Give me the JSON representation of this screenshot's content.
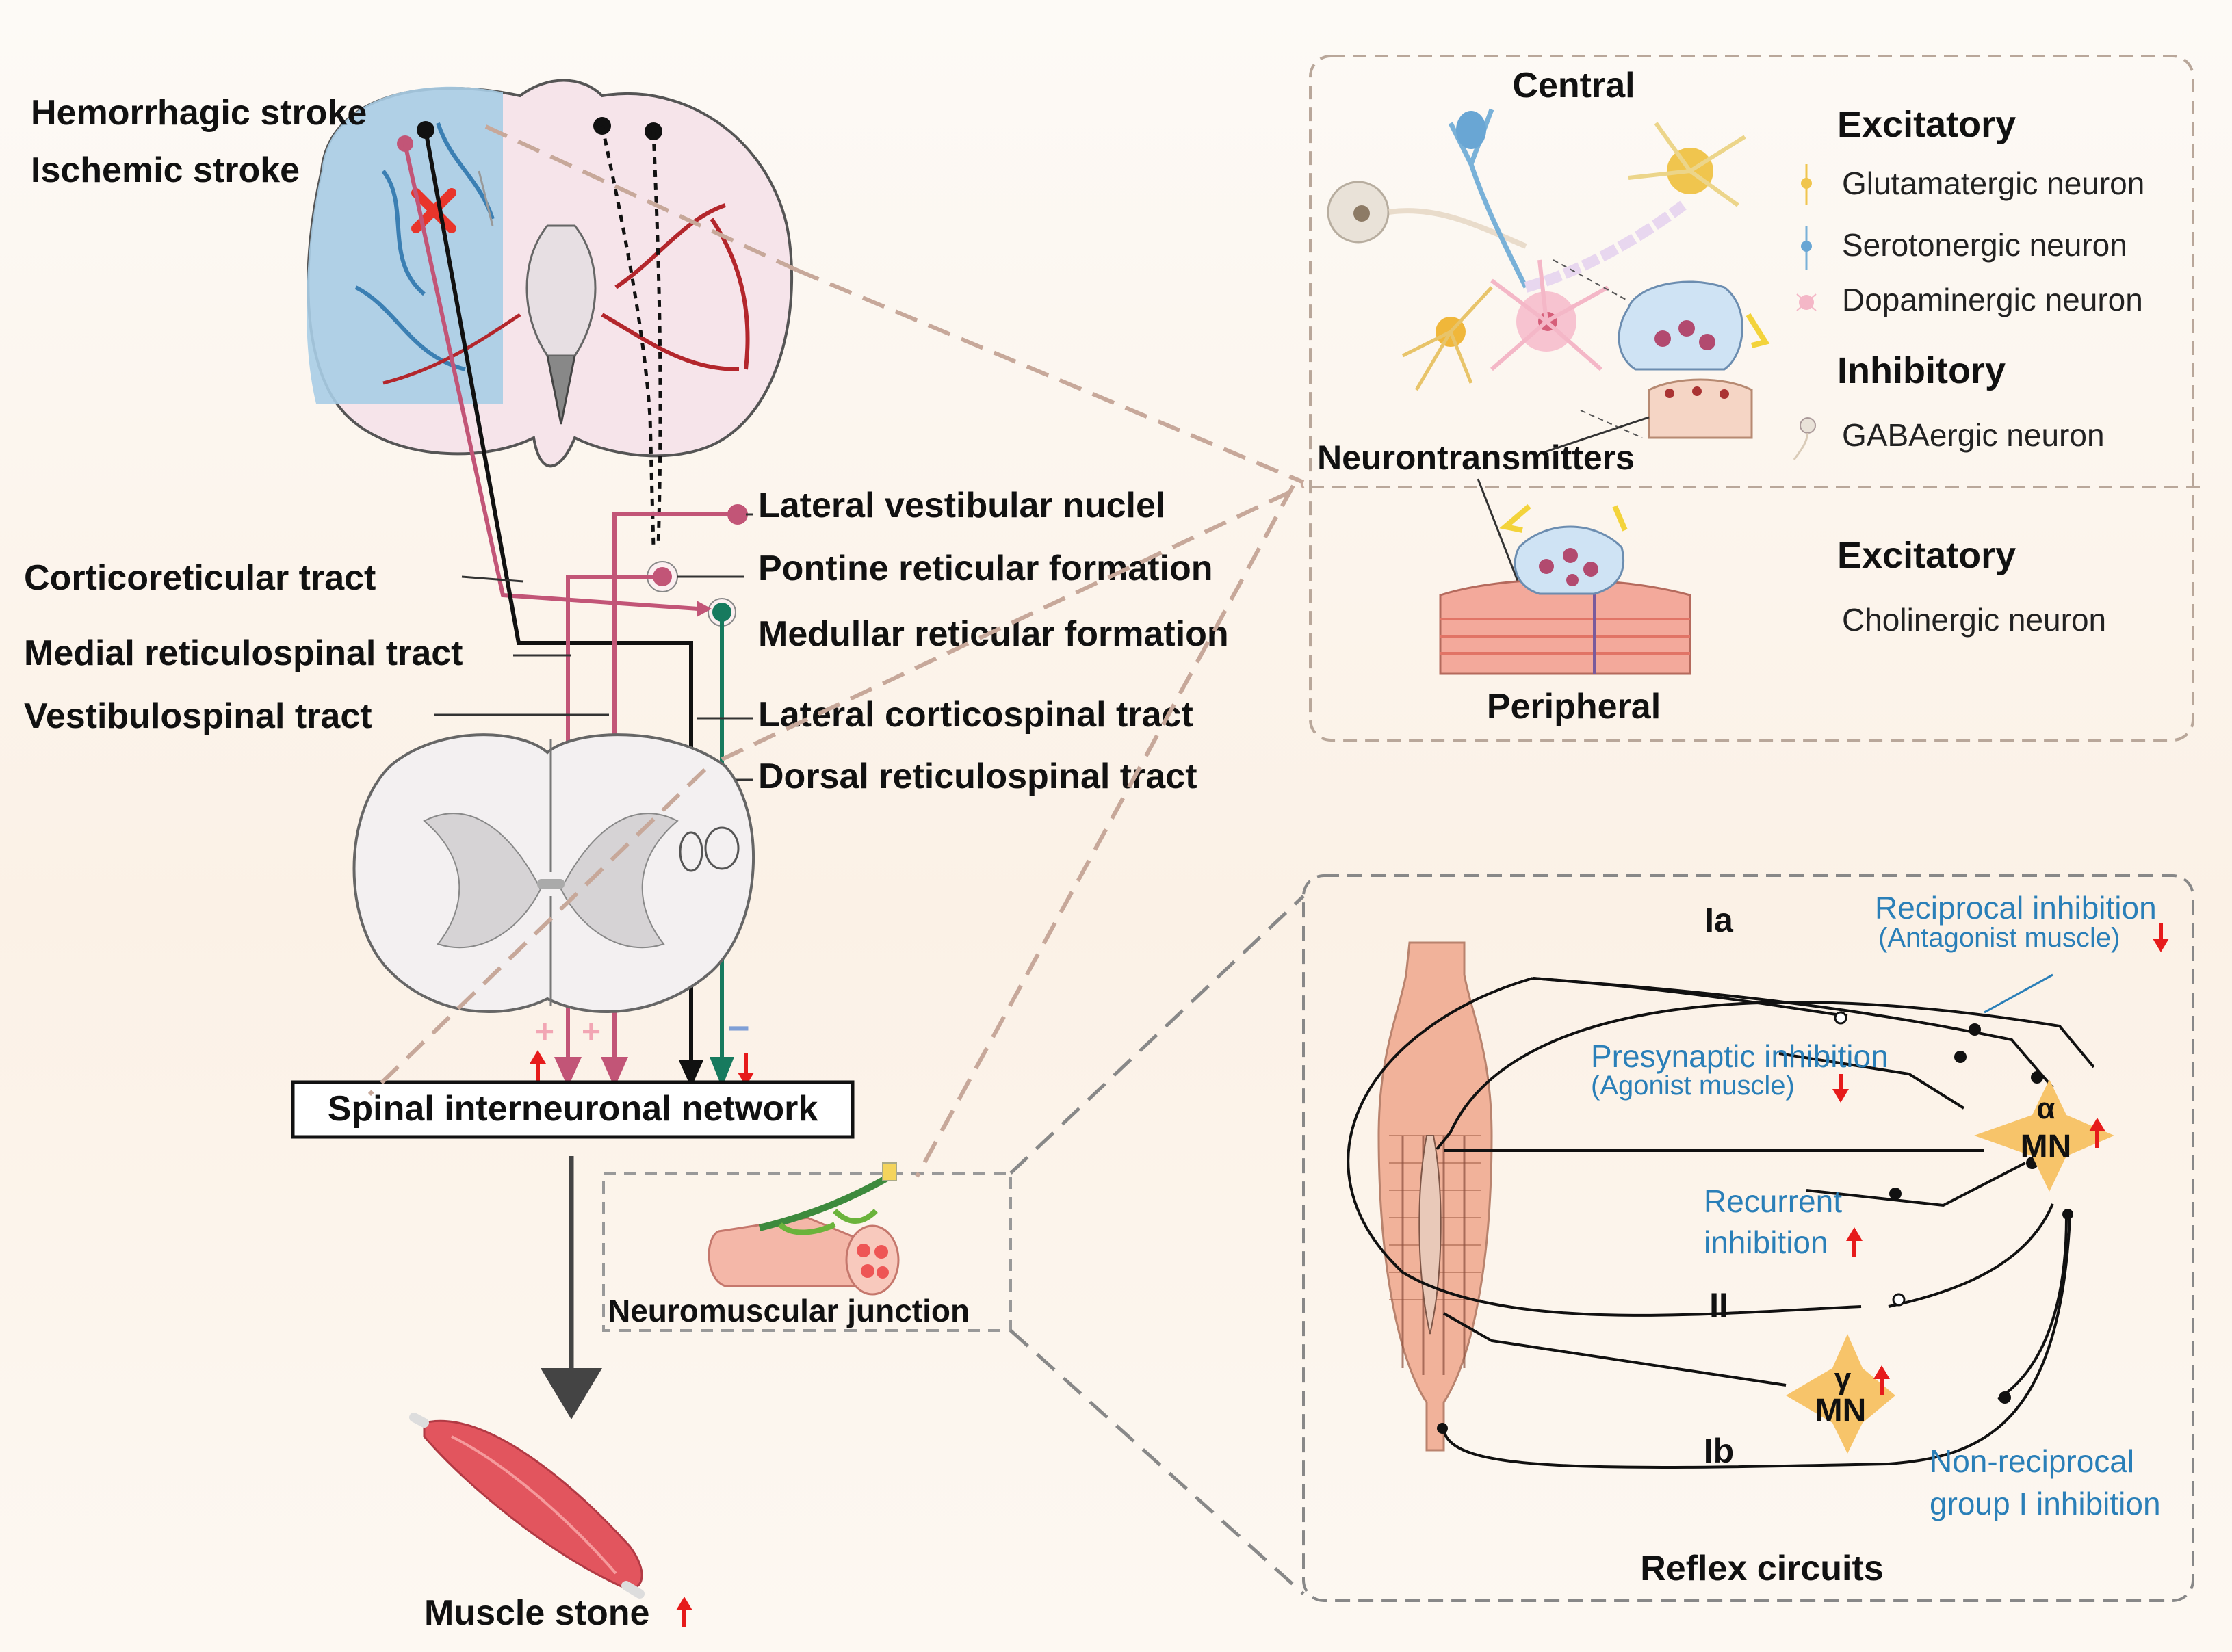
{
  "colors": {
    "pink_tract": "#c25577",
    "green_tract": "#177a5e",
    "black_tract": "#111111",
    "blue_text": "#2a7fb8",
    "up_arrow": "#e61b1b",
    "minus": "#7f9fd6",
    "plus": "#f2a6b4",
    "mn_star": "#f7c46a",
    "dash_box": "#b9a79a"
  },
  "icons": [
    "brain-illustration",
    "x-mark-icon",
    "spinal-cord-section",
    "neuron-cluster",
    "synapse-icon",
    "muscle-fiber-icon",
    "neuromuscular-junction-icon",
    "muscle-icon",
    "up-arrow-icon",
    "down-arrow-icon"
  ],
  "stroke": {
    "hemorrhagic": "Hemorrhagic stroke",
    "ischemic": "Ischemic stroke"
  },
  "tracts": {
    "corticoreticular": "Corticoreticular tract",
    "medial_reticulospinal": "Medial reticulospinal tract",
    "vestibulospinal": "Vestibulospinal tract",
    "lateral_vestibular": "Lateral vestibular nuclel",
    "pontine": "Pontine reticular formation",
    "medullar": "Medullar reticular formation",
    "lateral_corticospinal": "Lateral corticospinal tract",
    "dorsal_reticulospinal": "Dorsal reticulospinal tract"
  },
  "signs": {
    "plus": "+",
    "minus": "−"
  },
  "network": {
    "label": "Spinal interneuronal network"
  },
  "muscle": {
    "label": "Muscle stone"
  },
  "nmj": {
    "label": "Neuromuscular junction"
  },
  "neuro": {
    "central": "Central",
    "peripheral": "Peripheral",
    "neurotransmitters": "Neurontransmitters",
    "excitatory": "Excitatory",
    "inhibitory": "Inhibitory",
    "excitatory2": "Excitatory",
    "glutamatergic": "Glutamatergic neuron",
    "serotonergic": "Serotonergic neuron",
    "dopaminergic": "Dopaminergic neuron",
    "gabaergic": "GABAergic neuron",
    "cholinergic": "Cholinergic neuron"
  },
  "reflex": {
    "title": "Reflex circuits",
    "ia": "Ia",
    "ii": "II",
    "ib": "Ib",
    "reciprocal": "Reciprocal inhibition",
    "antagonist": "(Antagonist muscle)",
    "presynaptic": "Presynaptic inhibition",
    "agonist": "(Agonist muscle)",
    "recurrent": "Recurrent",
    "recurrent2": "inhibition",
    "nonreciprocal": "Non-reciprocal",
    "group_i": "group I inhibition",
    "alpha": "α",
    "mn": "MN",
    "gamma": "γ",
    "mn2": "MN"
  }
}
